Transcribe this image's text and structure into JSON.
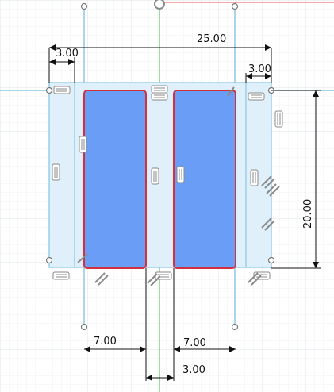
{
  "sketch": {
    "colors": {
      "background": "#ffffff",
      "grid_minor": "#eef1f4",
      "grid_major": "#dfe4ea",
      "profile_fill": "#dff0fb",
      "profile_stroke": "#8cc6e8",
      "body_fill": "#6a9df6",
      "body_stroke": "#d22f3f",
      "construction": "#74b9de",
      "dimension": "#111111",
      "axis_green": "#46b246",
      "axis_red": "#e65555"
    },
    "dimensions": {
      "overall_width": "25.00",
      "left_offset": "3.00",
      "right_offset": "3.00",
      "height": "20.00",
      "left_body_width": "7.00",
      "right_body_width": "7.00",
      "center_gap": "3.00"
    }
  }
}
